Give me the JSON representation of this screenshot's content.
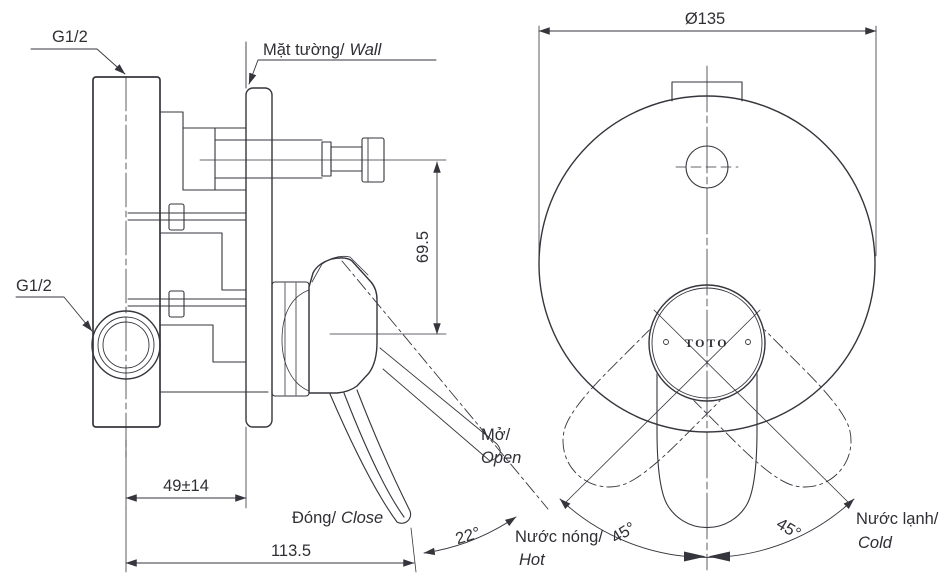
{
  "drawing": {
    "side_view": {
      "g12_top": "G1/2",
      "g12_side": "G1/2",
      "wall_vi": "Mặt tường/",
      "wall_en": "Wall",
      "dim_height": "69.5",
      "dim_offset": "49±14",
      "dim_reach": "113.5",
      "open_vi": "Mở/",
      "open_en": "Open",
      "close_vi": "Đóng/",
      "close_en": "Close",
      "dim_open_angle": "22°"
    },
    "front_view": {
      "dim_diameter": "Ø135",
      "brand": "TOTO",
      "dim_swing_left": "45°",
      "dim_swing_right": "45°",
      "hot_vi": "Nước nóng/",
      "hot_en": "Hot",
      "cold_vi": "Nước lạnh/",
      "cold_en": "Cold"
    },
    "colors": {
      "line": "#35353d",
      "text": "#2f2f35",
      "background": "#ffffff"
    }
  }
}
